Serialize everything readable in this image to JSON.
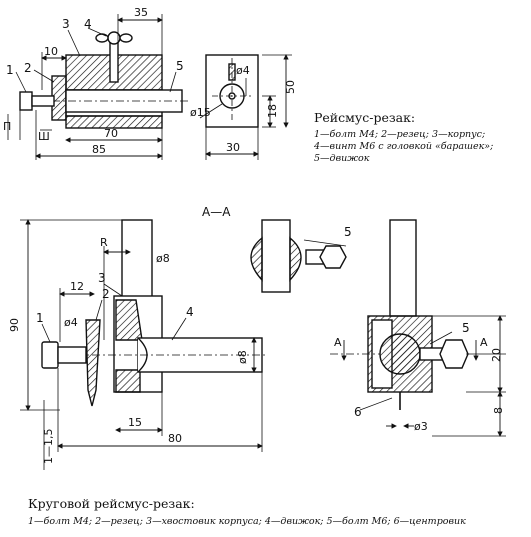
{
  "caption_top": {
    "title": "Рейсмус-резак:",
    "line1": "1—болт М4;  2—резец;  3—корпус;",
    "line2": "4—винт М6 с головкой «барашек»;",
    "line3": "5—движок"
  },
  "caption_bottom": {
    "title": "Круговой рейсмус-резак:",
    "line1": "1—болт М4; 2—резец; 3—хвостовик корпуса; 4—движок; 5—болт М6; 6—центровик"
  },
  "top_front": {
    "dims": {
      "d35": "35",
      "d10": "10",
      "d70": "70",
      "d85": "85",
      "dP": "П",
      "dSh": "Ш"
    },
    "parts": {
      "p1": "1",
      "p2": "2",
      "p3": "3",
      "p4": "4",
      "p5": "5"
    }
  },
  "top_side": {
    "dims": {
      "d4": "ø4",
      "d15": "ø15",
      "d18": "18",
      "d50": "50",
      "d30": "30"
    }
  },
  "bottom_main": {
    "dims": {
      "dR": "R",
      "d8a": "ø8",
      "d12": "12",
      "d4": "ø4",
      "d90": "90",
      "d8b": "ø8",
      "d15": "15",
      "d80": "80",
      "d115": "1—1,5"
    },
    "parts": {
      "p1": "1",
      "p2": "2",
      "p3": "3",
      "p4": "4"
    }
  },
  "section_aa": {
    "label": "А—А",
    "parts": {
      "p5": "5"
    }
  },
  "bottom_right": {
    "dims": {
      "d3": "ø3",
      "d20": "20",
      "d8": "8"
    },
    "parts": {
      "p5": "5",
      "p6": "6"
    },
    "cut_labels": {
      "left": "А",
      "right": "А"
    }
  }
}
